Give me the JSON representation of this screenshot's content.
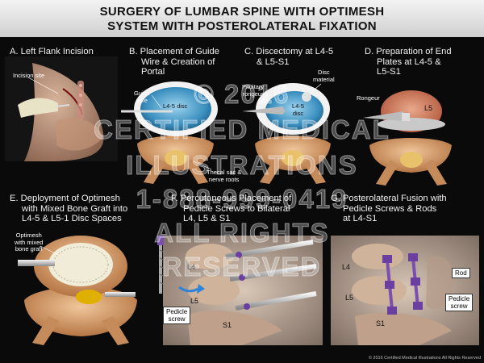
{
  "header": {
    "title_line1": "SURGERY OF LUMBAR SPINE WITH OPTIMESH",
    "title_line2": "SYSTEM WITH POSTEROLATERAL FIXATION"
  },
  "panels": {
    "a": {
      "title1": "A. Left Flank Incision",
      "labels": {
        "incision_site": "Incision site"
      }
    },
    "b": {
      "title1": "B. Placement of Guide",
      "title2": "Wire & Creation of",
      "title3": "Portal",
      "labels": {
        "guide": "Guide",
        "wire": "wire",
        "disc": "L4-5 disc",
        "thecal1": "Thecal sac &",
        "thecal2": "nerve roots"
      }
    },
    "c": {
      "title1": "C. Discectomy at L4-5",
      "title2": "& L5-S1",
      "labels": {
        "pituitary1": "Pituitary",
        "pituitary2": "rongeur",
        "disc": "L4-5",
        "disc2": "disc",
        "material1": "Disc",
        "material2": "material"
      }
    },
    "d": {
      "title1": "D. Preparation of End",
      "title2": "Plates at L4-5 &",
      "title3": "L5-S1",
      "labels": {
        "rongeur": "Rongeur",
        "l5": "L5"
      }
    },
    "e": {
      "title1": "E. Deployment of Optimesh",
      "title2": "with Mixed Bone Graft into",
      "title3": "L4-5 & L5-1 Disc Spaces",
      "labels": {
        "optimesh1": "Optimesh",
        "optimesh2": "with mixed",
        "optimesh3": "bone graft"
      }
    },
    "f": {
      "title1": "F. Percutaneous Placement of",
      "title2": "Pedicle Screws to Bilateral",
      "title3": "L4, L5 & S1",
      "labels": {
        "l4": "L4",
        "l5": "L5",
        "s1": "S1",
        "pedicle1": "Pedicle",
        "pedicle2": "screw"
      }
    },
    "g": {
      "title1": "G. Posterolateral Fusion with",
      "title2": "Pedicle Screws & Rods",
      "title3": "at L4-S1",
      "labels": {
        "l4": "L4",
        "l5": "L5",
        "s1": "S1",
        "rod": "Rod",
        "pedicle1": "Pedicle",
        "pedicle2": "screw"
      }
    }
  },
  "watermark": {
    "line1": "© 2016",
    "line2": "CERTIFIED MEDICAL",
    "line3": "ILLUSTRATIONS",
    "line4": "1-888-999-0419",
    "line5": "ALL RIGHTS",
    "line6": "RESERVED"
  },
  "footer": {
    "copyright": "© 2016 Certified Medical Illustrations All Rights Reserved"
  },
  "colors": {
    "header_bg": "#e2e2e2",
    "title_text": "#f2f2f2",
    "disc_blue": "#3a8fbf",
    "bone": "#d8a273",
    "screw_purple": "#6b3fa0"
  }
}
